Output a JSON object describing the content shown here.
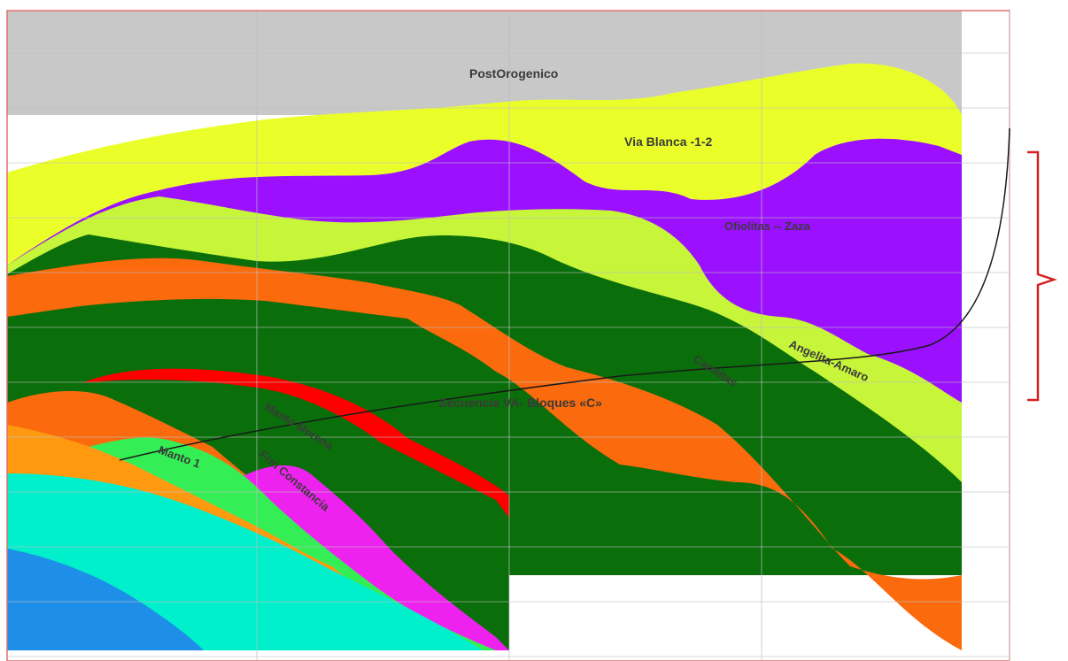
{
  "section": {
    "labels": {
      "postorogenico": "PostOrogenico",
      "via_blanca": "Via Blanca -1-2",
      "ofiolitas": "Ofiolitas -- Zaza",
      "angelita_amaro": "Angelita-Amaro",
      "carmitas": "Carmitas",
      "secuencia": "Secuencia  VA- Bloques «C»",
      "manto_morena": "Manto Morena",
      "frm_constancia": "Frm Constancia",
      "manto_1": "Manto  1"
    },
    "colors": {
      "postorogenico": "#c8c8c8",
      "via_blanca": "#eaff2a",
      "ofiolitas": "#9a10ff",
      "angelita_amaro": "#c6f53a",
      "green_unit": "#0a6e0a",
      "orange_unit": "#fb6a0c",
      "red_unit": "#ff0000",
      "magenta_unit": "#ee22ee",
      "bright_green_unit": "#33ee55",
      "cyan_unit": "#00f0cc",
      "blue_unit": "#1e8fe8",
      "orange_light_unit": "#ff9a10",
      "bracket": "#d42020",
      "grid": "#bfbfbf",
      "frame": "#e07070"
    }
  }
}
